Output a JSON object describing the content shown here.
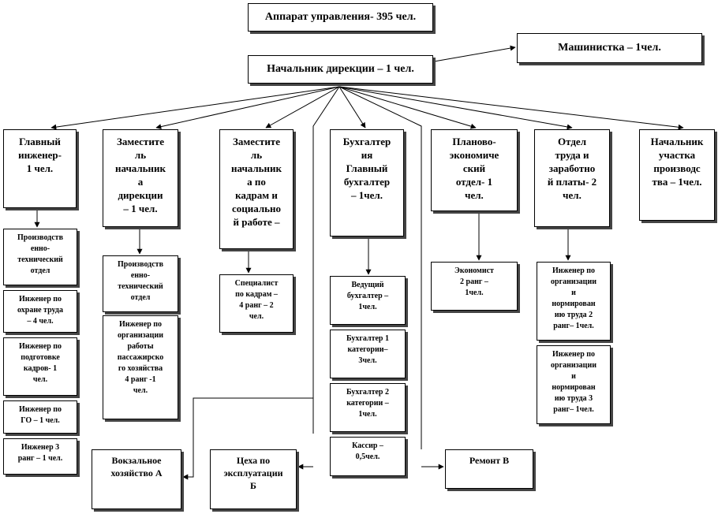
{
  "diagram": {
    "apparatus": "Аппарат управления- 395 чел.",
    "typist": "Машинистка – 1чел.",
    "director": "Начальник дирекции – 1 чел.",
    "chief_engineer": "Главный\nинженер-\n1 чел.",
    "deputy_director": "Заместите\nль\nначальник\nа\nдирекции\n– 1 чел.",
    "deputy_hr": "Заместите\nль\nначальник\nа по\nкадрам и\nсоциально\nй работе –",
    "accounting": "Бухгалтер\nия\nГлавный\nбухгалтер\n– 1чел.",
    "planning": "Планово-\nэкономиче\nский\nотдел- 1\nчел.",
    "labor": "Отдел\nтруда и\nзаработно\nй платы- 2\nчел.",
    "site_head": "Начальник\nучастка\nпроизводс\nтва – 1чел.",
    "ce_sub1": "Производств\nенно-\nтехнический\nотдел",
    "ce_sub2": "Инженер по\nохране труда\n– 4 чел.",
    "ce_sub3": "Инженер по\nподготовке\nкадров- 1\nчел.",
    "ce_sub4": "Инженер по\nГО – 1 чел.",
    "ce_sub5": "Инженер 3\nранг – 1 чел.",
    "dd_sub1": "Производств\nенно-\nтехнический\nотдел",
    "dd_sub2": "Инженер по\nорганизации\nработы\nпассажирско\nго хозяйства\n4 ранг -1\nчел.",
    "hr_sub1": "Специалист\nпо кадрам –\n4 ранг – 2\nчел.",
    "acc_sub1": "Ведущий\nбухгалтер –\n1чел.",
    "acc_sub2": "Бухгалтер 1\nкатегории–\n3чел.",
    "acc_sub3": "Бухгалтер 2\nкатегории –\n1чел.",
    "acc_sub4": "Кассир –\n0,5чел.",
    "plan_sub1": "Экономист\n2 ранг –\n1чел.",
    "lab_sub1": "Инженер по\nорганизации\nи\nнормирован\nию труда 2\nранг– 1чел.",
    "lab_sub2": "Инженер по\nорганизации\nи\nнормирован\nию труда 3\nранг– 1чел.",
    "station": "Вокзальное\nхозяйство А",
    "workshops": "Цеха по\nэксплуатации\nБ",
    "repair": "Ремонт В"
  }
}
